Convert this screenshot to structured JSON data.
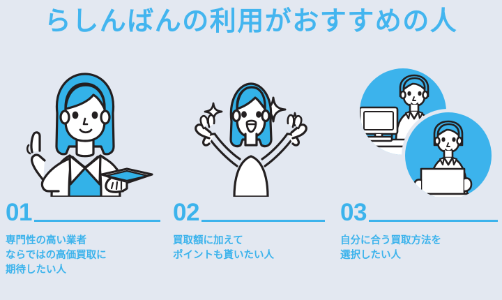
{
  "page": {
    "background_color": "#e3e8f1",
    "accent_color": "#3cb3ec",
    "title": "らしんばんの利用がおすすめの人"
  },
  "sections": [
    {
      "number": "01",
      "caption": "専門性の高い業者\nならではの高価買取に\n期待したい人",
      "illustration": "expert-woman-lab-coat-pointing-with-book"
    },
    {
      "number": "02",
      "caption": "買取額に加えて\nポイントも貰いたい人",
      "illustration": "happy-woman-arms-raised-sparkles"
    },
    {
      "number": "03",
      "caption": "自分に合う買取方法を\n選択したい人",
      "illustration": "shop-staff-counter-and-person-with-laptop"
    }
  ]
}
